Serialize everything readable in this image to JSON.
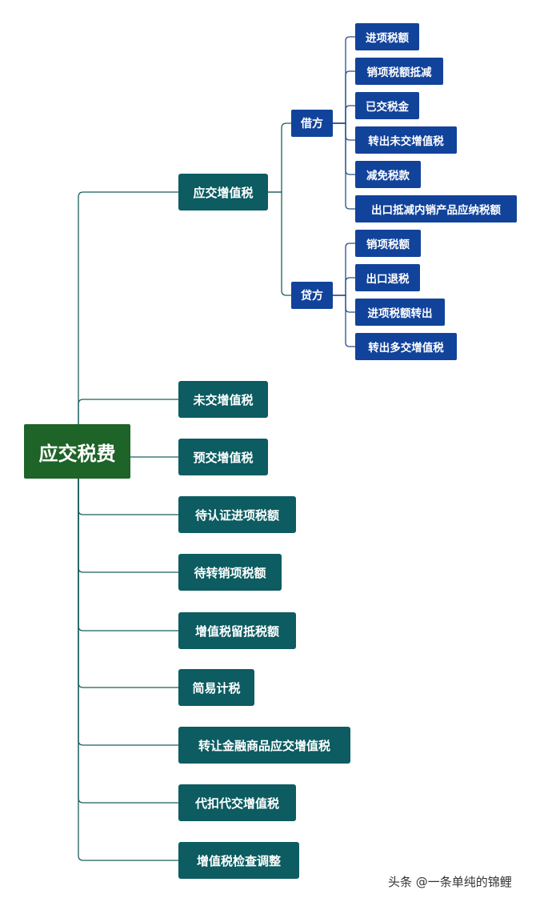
{
  "mindmap": {
    "root": "应交税费",
    "branches": [
      {
        "label": "应交增值税",
        "children": [
          {
            "label": "借方",
            "children": [
              "进项税额",
              "销项税额抵减",
              "已交税金",
              "转出未交增值税",
              "减免税款",
              "出口抵减内销产品应纳税额"
            ]
          },
          {
            "label": "贷方",
            "children": [
              "销项税额",
              "出口退税",
              "进项税额转出",
              "转出多交增值税"
            ]
          }
        ]
      },
      {
        "label": "未交增值税"
      },
      {
        "label": "预交增值税"
      },
      {
        "label": "待认证进项税额"
      },
      {
        "label": "待转销项税额"
      },
      {
        "label": "增值税留抵税额"
      },
      {
        "label": "简易计税"
      },
      {
        "label": "转让金融商品应交增值税"
      },
      {
        "label": "代扣代交增值税"
      },
      {
        "label": "增值税检查调整"
      }
    ]
  },
  "watermark": "头条 @一条单纯的锦鲤",
  "colors": {
    "root": "#1e6328",
    "level1": "#0c5c61",
    "level2": "#12439b",
    "connector": "#1b5e5e"
  }
}
